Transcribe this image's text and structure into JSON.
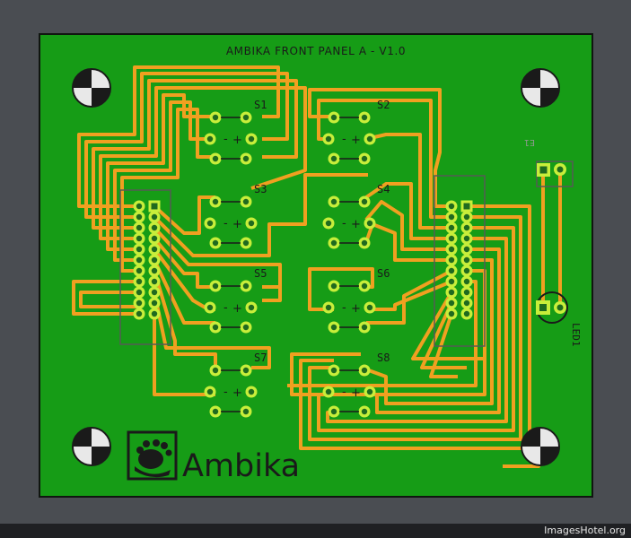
{
  "board": {
    "title": "AMBIKA FRONT PANEL A - V1.0",
    "logo_text": "Ambika",
    "colors": {
      "background": "#4a4d52",
      "board_green": "#169c16",
      "board_outline": "#101510",
      "trace": "#f0a020",
      "pad_ring": "#c8ee3a",
      "pad_hole": "#1f6a1f",
      "silk_dark": "#1a1a1a",
      "silk_light": "#d8d8d8"
    }
  },
  "switches": [
    {
      "label": "S1"
    },
    {
      "label": "S2"
    },
    {
      "label": "S3"
    },
    {
      "label": "S4"
    },
    {
      "label": "S5"
    },
    {
      "label": "S6"
    },
    {
      "label": "S7"
    },
    {
      "label": "S8"
    }
  ],
  "pad_marks": {
    "minus": "-",
    "plus": "+"
  },
  "components": {
    "e1_label": "E1",
    "led_label": "LED1"
  },
  "footer": {
    "watermark": "ImagesHotel.org"
  }
}
